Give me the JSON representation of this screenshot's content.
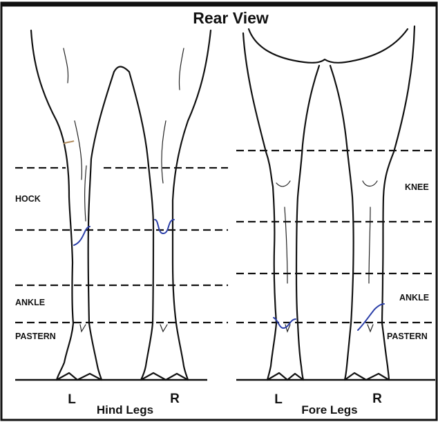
{
  "title": "Rear View",
  "hind": {
    "caption": "Hind Legs",
    "left_letter": "L",
    "right_letter": "R",
    "labels": {
      "hock": "HOCK",
      "ankle": "ANKLE",
      "pastern": "PASTERN"
    }
  },
  "fore": {
    "caption": "Fore Legs",
    "left_letter": "L",
    "right_letter": "R",
    "labels": {
      "knee": "KNEE",
      "ankle": "ANKLE",
      "pastern": "PASTERN"
    }
  },
  "colors": {
    "ink": "#111111",
    "lesion_marks": "#2a3ea8",
    "background": "#ffffff"
  }
}
